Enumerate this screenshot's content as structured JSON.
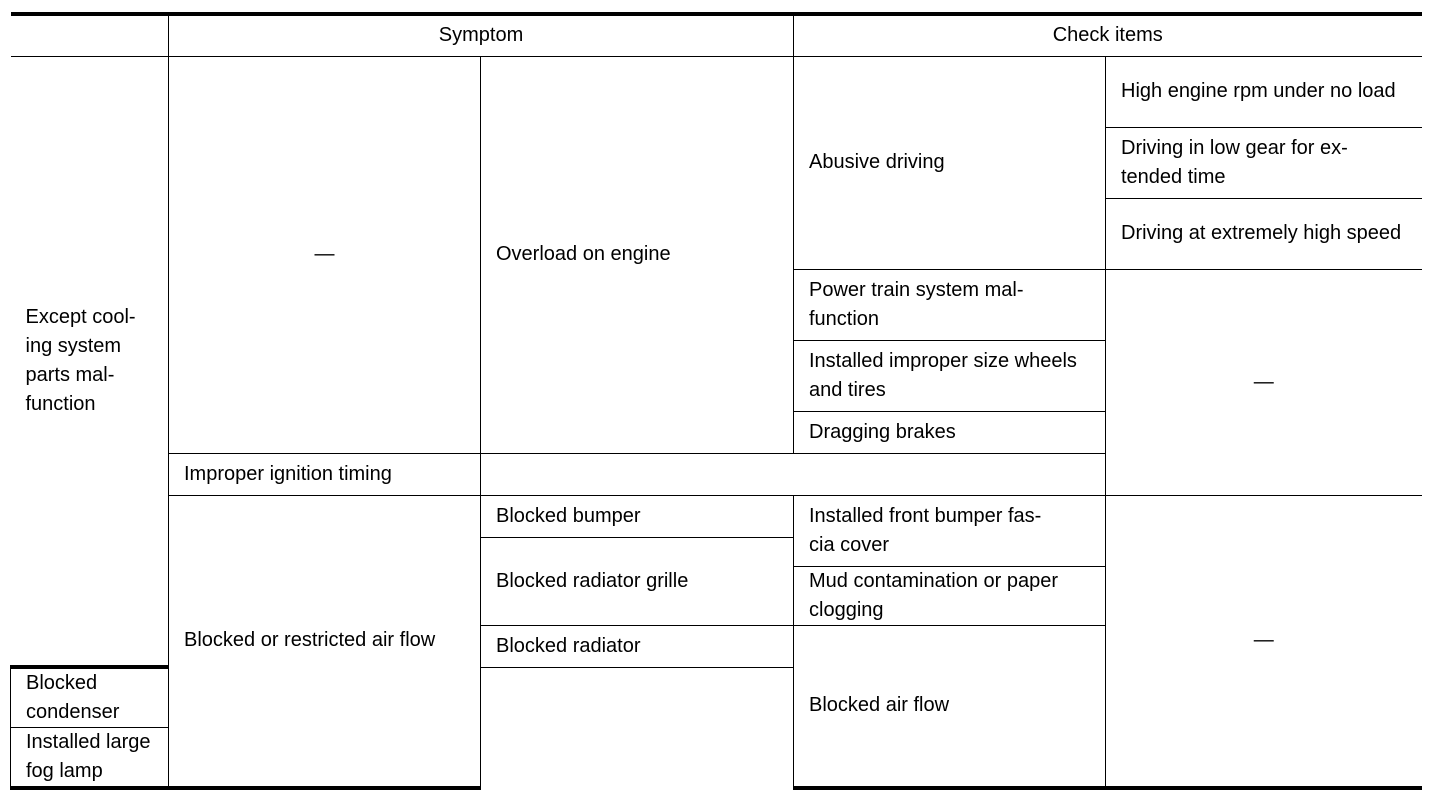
{
  "header": {
    "symptom": "Symptom",
    "check_items": "Check items"
  },
  "group": "Except cool-\ning system\nparts mal-\nfunction",
  "overload_section": {
    "symptom_a": "—",
    "symptom_b": "Overload on engine",
    "abusive_driving": "Abusive driving",
    "abusive_details": [
      "High engine rpm under no load",
      "Driving in low gear for ex-\ntended time",
      "Driving at extremely high speed"
    ],
    "other_checks": [
      "Power train system mal-\nfunction",
      "Installed improper size wheels and tires",
      "Dragging brakes",
      "Improper ignition timing"
    ],
    "other_detail": "—"
  },
  "airflow_section": {
    "symptom_a": "Blocked or restricted air flow",
    "symptoms_b": [
      "Blocked bumper",
      "Blocked radiator grille",
      "Blocked radiator",
      "Blocked condenser",
      "Installed large fog lamp"
    ],
    "checks": [
      "Installed front bumper fas-\ncia cover",
      "Mud contamination or paper clogging",
      "Blocked air flow"
    ],
    "detail": "—"
  }
}
